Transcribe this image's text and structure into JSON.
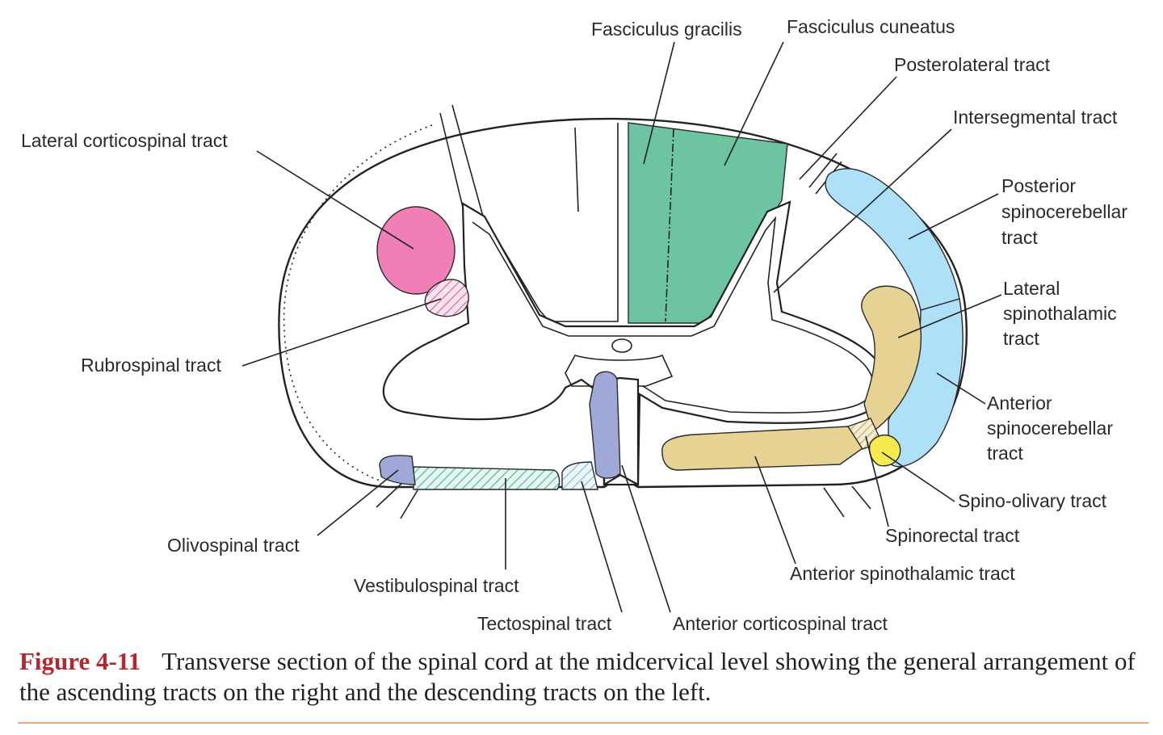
{
  "figure": {
    "label": "Figure 4-11",
    "caption": "Transverse section of the spinal cord at the midcervical level showing the general arrangement of the ascending tracts on the right and the descending tracts on the left."
  },
  "labels": {
    "fasciculus_gracilis": "Fasciculus gracilis",
    "fasciculus_cuneatus": "Fasciculus cuneatus",
    "posterolateral_tract": "Posterolateral tract",
    "intersegmental_tract": "Intersegmental tract",
    "posterior_spinocerebellar": [
      "Posterior",
      "spinocerebellar",
      "tract"
    ],
    "lateral_spinothalamic": [
      "Lateral",
      "spinothalamic",
      "tract"
    ],
    "anterior_spinocerebellar": [
      "Anterior",
      "spinocerebellar",
      "tract"
    ],
    "spino_olivary_tract": "Spino-olivary tract",
    "spinorectal_tract": "Spinorectal tract",
    "anterior_spinothalamic_tract": "Anterior spinothalamic tract",
    "anterior_corticospinal_tract": "Anterior corticospinal tract",
    "tectospinal_tract": "Tectospinal tract",
    "vestibulospinal_tract": "Vestibulospinal tract",
    "olivospinal_tract": "Olivospinal tract",
    "rubrospinal_tract": "Rubrospinal tract",
    "lateral_corticospinal_tract": "Lateral corticospinal tract"
  },
  "colors": {
    "dorsal_columns": "#6cc4a0",
    "lateral_corticospinal": "#f07fb8",
    "rubrospinal": "#f3a8cf",
    "spinocerebellar": "#aee0f7",
    "spinothalamic": "#e6d393",
    "spino_olivary": "#f6ea4e",
    "olivospinal": "#9fa8d6",
    "anterior_corticospinal": "#9fa8d6",
    "vestibulospinal": "#9fdccf",
    "caption_label": "#b8262c",
    "rule": "#e6ab84"
  }
}
